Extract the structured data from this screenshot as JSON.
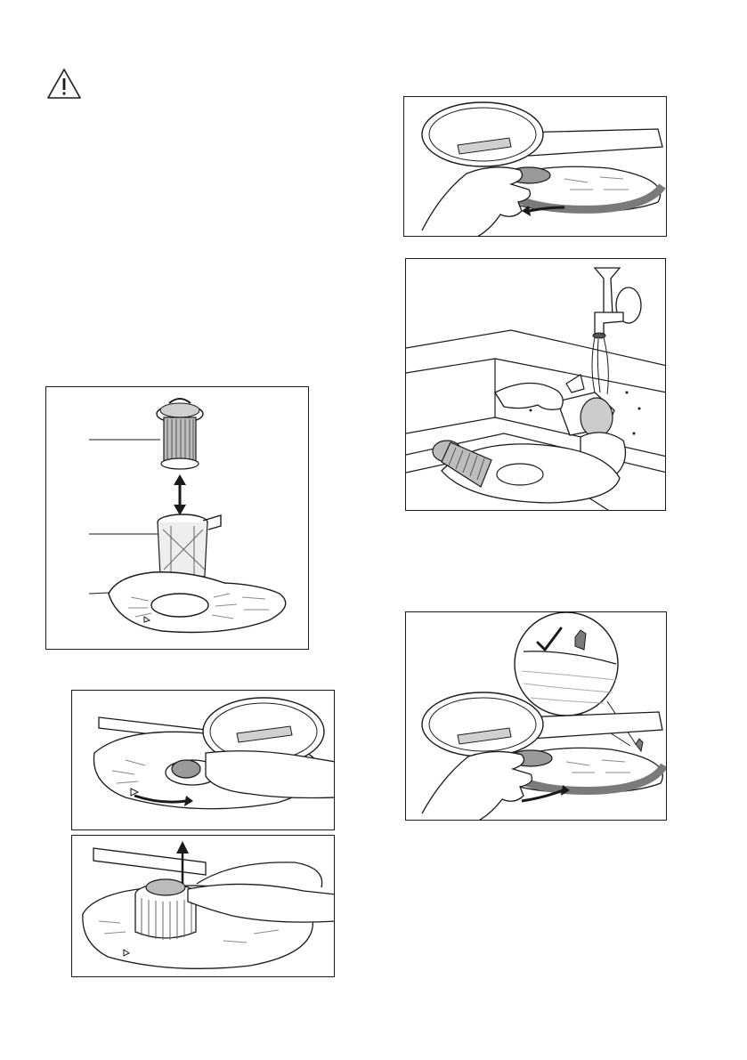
{
  "page": {
    "warning_icon": "warning-triangle-icon",
    "figures": [
      {
        "id": "filter-assembly",
        "description_icon": "filter-parts-icon"
      },
      {
        "id": "turn-filter-anticlockwise",
        "description_icon": "rotate-arrow-icon"
      },
      {
        "id": "lift-filter-out",
        "description_icon": "up-arrow-icon"
      },
      {
        "id": "remove-flat-filter",
        "description_icon": "rotate-arrow-icon"
      },
      {
        "id": "rinse-filters",
        "description_icon": "tap-icon"
      },
      {
        "id": "reinstall-flat-filter",
        "description_icon": "checkmark-icon"
      }
    ],
    "colors": {
      "line": "#1a1a1a",
      "shade": "#7a7a7a",
      "light": "#d9d9d9"
    }
  }
}
